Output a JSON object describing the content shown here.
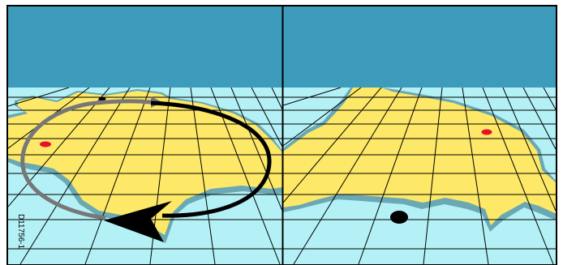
{
  "figure": {
    "reference_code": "D11756-1",
    "panels": [
      {
        "name": "rotation-view",
        "shows_rotation_arrow": true
      },
      {
        "name": "rotated-view",
        "shows_rotation_arrow": false
      }
    ]
  },
  "colors": {
    "sky": "#3d9cbc",
    "sea": "#b3f1f6",
    "land": "#fde867",
    "shallow_water": "#6aa8b3",
    "grid": "#000000",
    "marker_red": "#e8102a",
    "marker_black": "#000000",
    "arrow_dark": "#000000",
    "arrow_grey": "#777777",
    "frame": "#000000"
  }
}
